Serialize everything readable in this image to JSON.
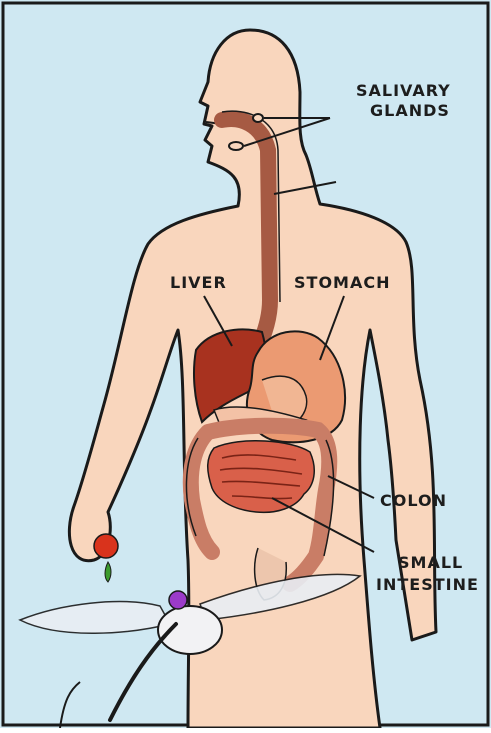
{
  "labels": {
    "salivary_glands_line1": "SALIVARY",
    "salivary_glands_line2": "GLANDS",
    "liver": "LIVER",
    "stomach": "STOMACH",
    "colon": "COLON",
    "small_intestine_line1": "SMALL",
    "small_intestine_line2": "INTESTINE"
  },
  "colors": {
    "background": "#cfe8f2",
    "skin": "#f9d6bd",
    "outline": "#1a1a1a",
    "esophagus": "#a65a43",
    "liver": "#a8321f",
    "stomach": "#eb9a72",
    "colon": "#c97d66",
    "small_intestine": "#d9604a",
    "apple": "#d9331c",
    "leaf": "#3b9b2c",
    "insect_body": "#f2f2f4",
    "insect_head": "#9b3bc9"
  },
  "icons": {
    "fruit": "apple-icon",
    "insect": "insect-icon"
  }
}
